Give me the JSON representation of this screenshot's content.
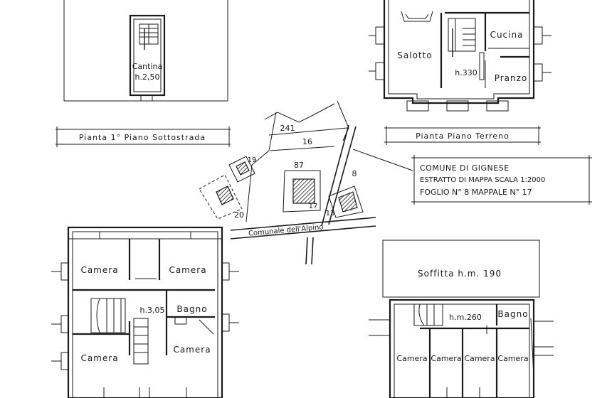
{
  "plans": {
    "basement": {
      "room": "Cantina",
      "height": "h.2,50",
      "caption": "Pianta 1° Piano Sottostrada"
    },
    "ground": {
      "rooms": [
        "Salotto",
        "Cucina",
        "Pranzo"
      ],
      "height": "h.330",
      "caption": "Pianta Piano Terreno"
    },
    "first": {
      "rooms": [
        "Camera",
        "Camera",
        "Bagno",
        "Camera",
        "Camera"
      ],
      "height": "h.3,05"
    },
    "attic": {
      "soffitta": "Soffitta  h.m. 190",
      "height": "h.m.260",
      "rooms": [
        "Bagno",
        "Camera",
        "Camera",
        "Camera",
        "Camera"
      ]
    }
  },
  "map": {
    "parcels": [
      "241",
      "16",
      "87",
      "8",
      "19",
      "17",
      "13",
      "20"
    ],
    "road": "Comunale dell'Alpino"
  },
  "legend": {
    "line1": "COMUNE DI GIGNESE",
    "line2": "ESTRATTO DI MAPPA SCALA 1:2000",
    "line3": "FOGLIO N° 8 MAPPALE N° 17"
  }
}
